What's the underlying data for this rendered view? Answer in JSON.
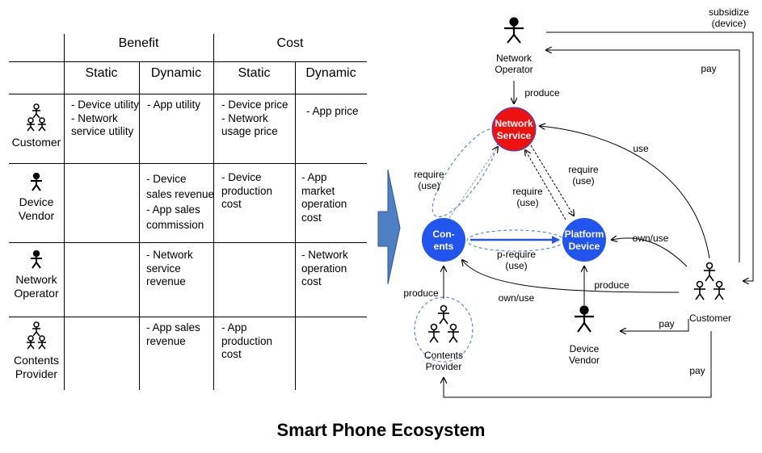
{
  "table": {
    "headers": {
      "benefit": "Benefit",
      "cost": "Cost"
    },
    "subheaders": [
      "Static",
      "Dynamic",
      "Static",
      "Dynamic"
    ],
    "rows": [
      {
        "label": "Customer",
        "benefit_static": [
          "- Device utility",
          "- Network",
          "service utility"
        ],
        "benefit_dynamic": [
          "- App utility"
        ],
        "cost_static": [
          "- Device price",
          "- Network",
          "usage price"
        ],
        "cost_dynamic": [
          "- App price"
        ]
      },
      {
        "label": [
          "Device",
          "Vendor"
        ],
        "benefit_static": [],
        "benefit_dynamic": [
          "- Device",
          "sales revenue",
          "- App sales",
          "commission"
        ],
        "cost_static": [
          "- Device",
          "production",
          "cost"
        ],
        "cost_dynamic": [
          "- App",
          "market",
          "operation",
          "cost"
        ]
      },
      {
        "label": [
          "Network",
          "Operator"
        ],
        "benefit_static": [],
        "benefit_dynamic": [
          "- Network",
          "service",
          "revenue"
        ],
        "cost_static": [],
        "cost_dynamic": [
          "- Network",
          "operation",
          "cost"
        ]
      },
      {
        "label": [
          "Contents",
          "Provider"
        ],
        "benefit_static": [],
        "benefit_dynamic": [
          "- App sales",
          "revenue"
        ],
        "cost_static": [
          "- App",
          "production",
          "cost"
        ],
        "cost_dynamic": []
      }
    ]
  },
  "diagram": {
    "nodes": {
      "network_service": [
        "Network",
        "Service"
      ],
      "contents": [
        "Con-",
        "ents"
      ],
      "platform": [
        "Platform",
        "Device"
      ]
    },
    "actors": {
      "network_operator": [
        "Network",
        "Operator"
      ],
      "customer": "Customer",
      "device_vendor": [
        "Device",
        "Vendor"
      ],
      "contents_provider": [
        "Contents",
        "Provider"
      ]
    },
    "edge_labels": {
      "subsidize": [
        "subsidize",
        "(device)"
      ],
      "pay_top": "pay",
      "produce_top": "produce",
      "use": "use",
      "require_left": [
        "require",
        "(use)"
      ],
      "require_right": [
        "require",
        "(use)"
      ],
      "require_mid": [
        "require",
        "(use)"
      ],
      "own_use_right": "own/use",
      "p_require": [
        "p-require",
        "(use)"
      ],
      "produce_right": "produce",
      "produce_left": "produce",
      "own_use_bottom": "own/use",
      "pay_mid": "pay",
      "pay_bottom": "pay"
    },
    "colors": {
      "network_service": "#ee1111",
      "contents": "#2255ee",
      "platform": "#2255ee",
      "arrow_fill": "#4f7fc3"
    }
  },
  "title": "Smart Phone Ecosystem"
}
